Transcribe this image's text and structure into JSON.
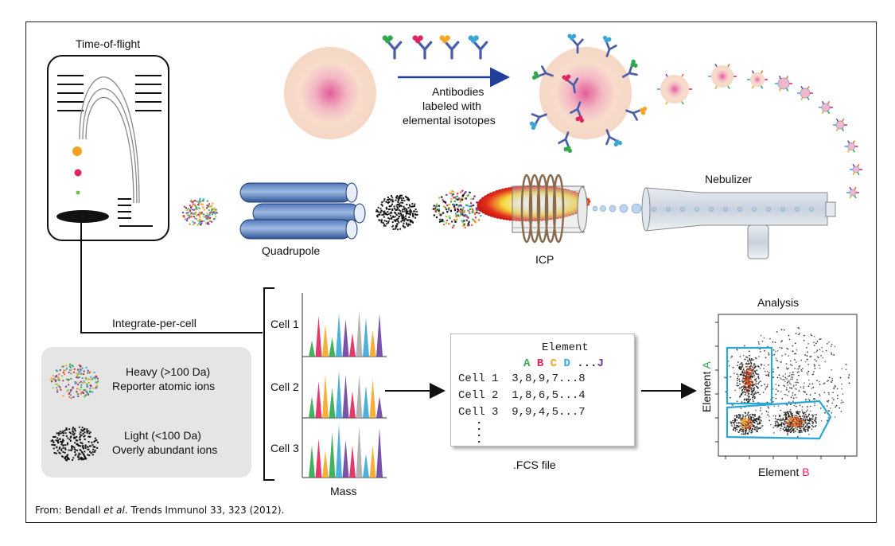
{
  "labels": {
    "tof": "Time-of-flight",
    "antibodies": [
      "Antibodies",
      "labeled with",
      "elemental isotopes"
    ],
    "nebulizer": "Nebulizer",
    "quadrupole": "Quadrupole",
    "icp": "ICP",
    "integrate": "Integrate-per-cell",
    "analysis": "Analysis",
    "mass": "Mass",
    "fcs_file": ".FCS file",
    "element_a": "Element A",
    "element_b": "Element B"
  },
  "cells": [
    "Cell 1",
    "Cell 2",
    "Cell 3"
  ],
  "legend": {
    "heavy_title": "Heavy (>100 Da)",
    "heavy_desc": "Reporter atomic ions",
    "light_title": "Light (<100 Da)",
    "light_desc": "Overly abundant ions"
  },
  "fcs": {
    "header": "Element",
    "columns": [
      {
        "text": "A",
        "color": "#2fa84f"
      },
      {
        "text": "B",
        "color": "#e0245e"
      },
      {
        "text": "C",
        "color": "#f5a623"
      },
      {
        "text": "D",
        "color": "#3aa6d8"
      },
      {
        "text": "...",
        "color": "#222222"
      },
      {
        "text": "J",
        "color": "#6b3fa0"
      }
    ],
    "rows": [
      {
        "label": "Cell 1",
        "values": "3,8,9,7...8"
      },
      {
        "label": "Cell 2",
        "values": "1,8,6,5...4"
      },
      {
        "label": "Cell 3",
        "values": "9,9,4,5...7"
      }
    ]
  },
  "citation": {
    "prefix": "From:  Bendall ",
    "etal": "et al",
    "suffix": ". Trends Immunol 33, 323 (2012)."
  },
  "colors": {
    "element_a": "#2fa84f",
    "element_b": "#e0245e",
    "gate": "#29a8d8",
    "arrow_blue": "#1f3f99"
  }
}
